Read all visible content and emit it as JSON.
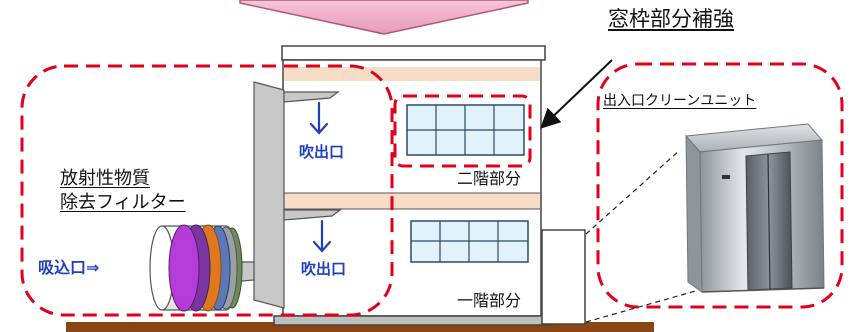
{
  "labels": {
    "window_frame": "窓枠部分補強",
    "clean_unit": "出入口クリーンユニット",
    "filter_line1": "放射性物質",
    "filter_line2": "除去フィルター",
    "intake": "吸込口⇒",
    "outlet_upper": "吹出口",
    "outlet_lower": "吹出口",
    "floor_second": "二階部分",
    "floor_first": "一階部分"
  },
  "colors": {
    "dashed_outline": "#e0001b",
    "blue_text": "#1f3fbf",
    "window_glass": "#e2f2fb",
    "window_frame": "#2a4a6a",
    "beam": "#f7dcc8",
    "duct": "#c8c8c8",
    "ground": "#8b4513",
    "arrow_top": "#f2b6cb",
    "filter_purple": "#b53cd8",
    "filter_dark_purple": "#7a35a0",
    "filter_orange": "#e07820",
    "filter_blue": "#5b78b8",
    "filter_grey": "#9aa0a6",
    "filter_green": "#6f8a58"
  },
  "icons": {
    "down_arrow": "down-arrow-icon",
    "leader_arrow": "leader-arrow-icon"
  }
}
